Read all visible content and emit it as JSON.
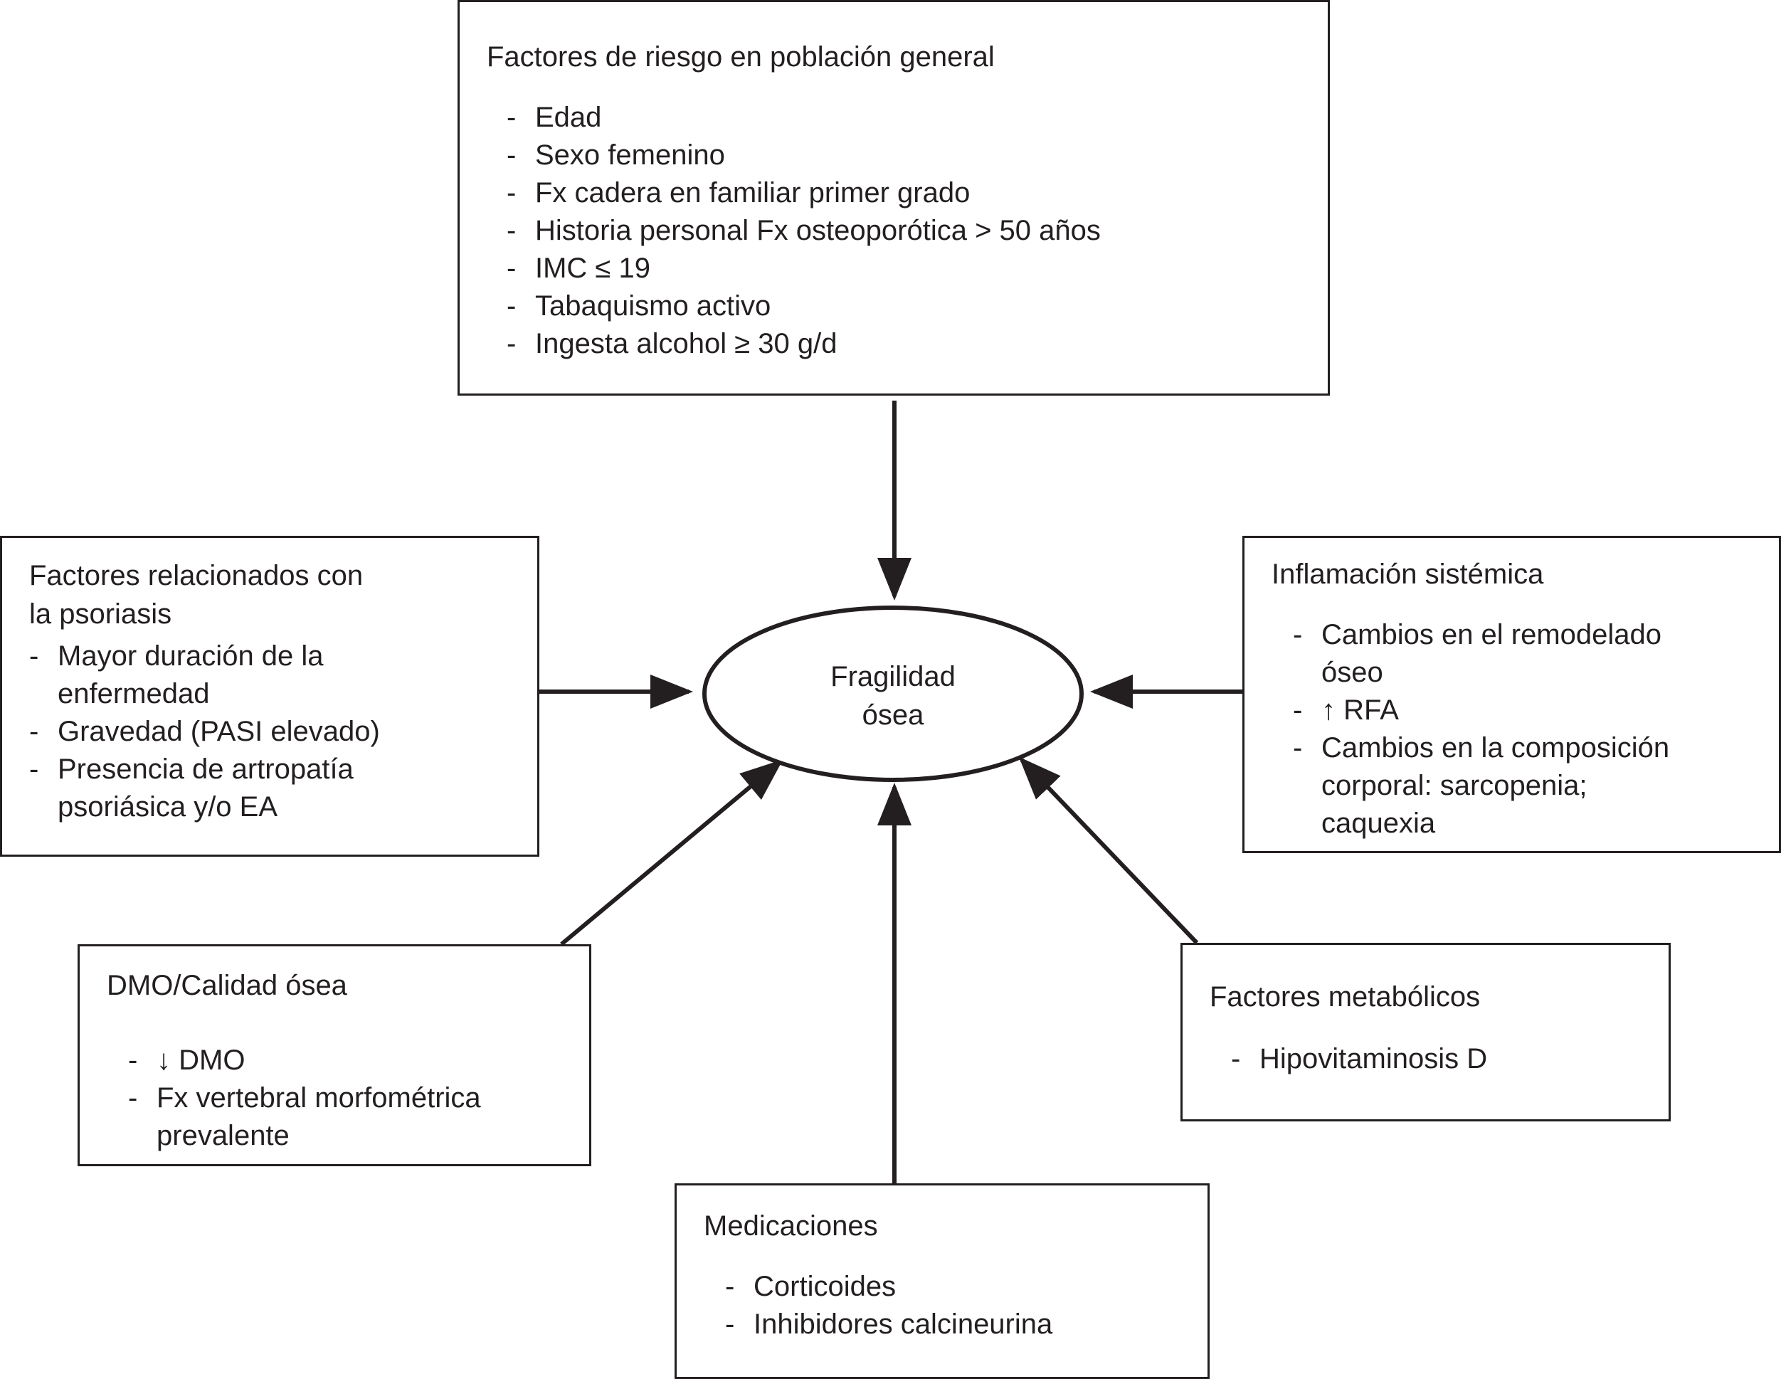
{
  "center": {
    "line1": "Fragilidad",
    "line2": "ósea"
  },
  "boxes": {
    "general": {
      "title": "Factores de riesgo en población general",
      "items": [
        "Edad",
        "Sexo femenino",
        "Fx cadera en familiar primer grado",
        "Historia personal Fx osteoporótica > 50 años",
        "IMC ≤ 19",
        "Tabaquismo activo",
        "Ingesta alcohol ≥ 30 g/d"
      ]
    },
    "psoriasis": {
      "title_line1": "Factores relacionados con",
      "title_line2": "la psoriasis",
      "items": [
        [
          "Mayor duración de la",
          "enfermedad"
        ],
        [
          "Gravedad (PASI elevado)"
        ],
        [
          "Presencia de artropatía",
          "psoriásica y/o EA"
        ]
      ]
    },
    "inflamacion": {
      "title": "Inflamación sistémica",
      "items": [
        [
          "Cambios en el remodelado",
          "óseo"
        ],
        [
          "↑ RFA"
        ],
        [
          "Cambios en la composición",
          "corporal: sarcopenia;",
          "caquexia"
        ]
      ]
    },
    "dmo": {
      "title": "DMO/Calidad ósea",
      "items": [
        [
          "↓ DMO"
        ],
        [
          "Fx vertebral morfométrica",
          "prevalente"
        ]
      ]
    },
    "metabolicos": {
      "title": "Factores metabólicos",
      "items": [
        "Hipovitaminosis D"
      ]
    },
    "medicaciones": {
      "title": "Medicaciones",
      "items": [
        "Corticoides",
        "Inhibidores calcineurina"
      ]
    }
  }
}
